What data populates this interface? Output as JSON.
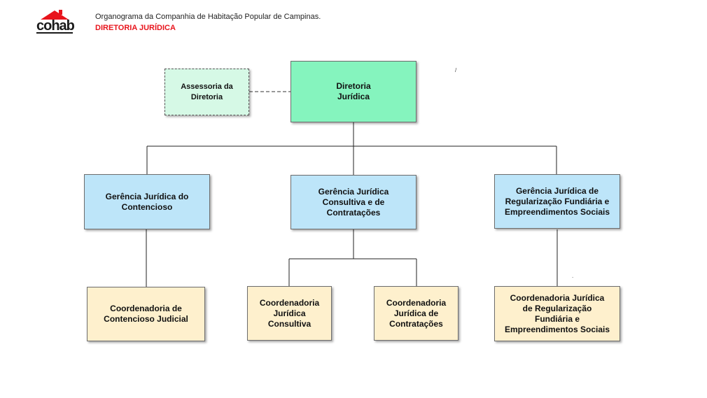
{
  "header": {
    "logo_text": "cohab",
    "title": "Organograma da Companhia de Habitação Popular de Campinas.",
    "subtitle": "DIRETORIA JURÍDICA"
  },
  "colors": {
    "diretoria": "#85f4be",
    "assessoria": "#d6f9e6",
    "gerencia": "#bde5f9",
    "coordenadoria": "#fef0cd",
    "logo_red": "#e8141c",
    "subtitle_red": "#e8141c"
  },
  "nodes": {
    "diretoria": "Diretoria\nJurídica",
    "assessoria": "Assessoria da\nDiretoria",
    "gerencia_contencioso": "Gerência Jurídica do\nContencioso",
    "gerencia_consultiva": "Gerência Jurídica\nConsultiva e de\nContratações",
    "gerencia_regularizacao": "Gerência Jurídica de\nRegularização Fundiária e\nEmpreendimentos Sociais",
    "coord_contencioso": "Coordenadoria de\nContencioso Judicial",
    "coord_consultiva": "Coordenadoria\nJurídica\nConsultiva",
    "coord_contratacoes": "Coordenadoria\nJurídica de\nContratações",
    "coord_regularizacao": "Coordenadoria Jurídica\nde Regularização\nFundiária e\nEmpreendimentos Sociais"
  }
}
